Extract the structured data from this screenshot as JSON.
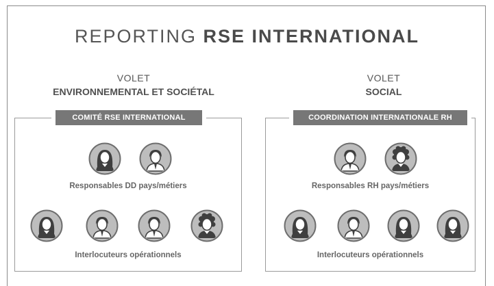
{
  "title": {
    "light": "REPORTING ",
    "bold": "RSE INTERNATIONAL"
  },
  "left": {
    "volet_line1": "VOLET",
    "volet_line2": "ENVIRONNEMENTAL ET SOCIÉTAL",
    "tag": "COMITÉ RSE INTERNATIONAL",
    "group1_label": "Responsables DD pays/métiers",
    "group2_label": "Interlocuteurs opérationnels",
    "group1_avatars": [
      "woman-long-hair-icon",
      "man-tie-icon"
    ],
    "group2_avatars": [
      "woman-long-hair-icon",
      "man-tie-icon",
      "man-tie-icon",
      "woman-curly-hair-icon"
    ]
  },
  "right": {
    "volet_line1": "VOLET",
    "volet_line2": "SOCIAL",
    "tag": "COORDINATION INTERNATIONALE RH",
    "group1_label": "Responsables RH pays/métiers",
    "group2_label": "Interlocuteurs opérationnels",
    "group1_avatars": [
      "man-tie-icon",
      "woman-curly-hair-icon"
    ],
    "group2_avatars": [
      "woman-long-hair-icon",
      "man-tie-icon",
      "woman-long-hair-icon",
      "woman-long-hair-icon"
    ]
  },
  "colors": {
    "tag_bg": "#777777",
    "avatar_ring": "#6e6e6e",
    "avatar_fill": "#bdbdbd",
    "avatar_dark": "#3f3f3f"
  }
}
